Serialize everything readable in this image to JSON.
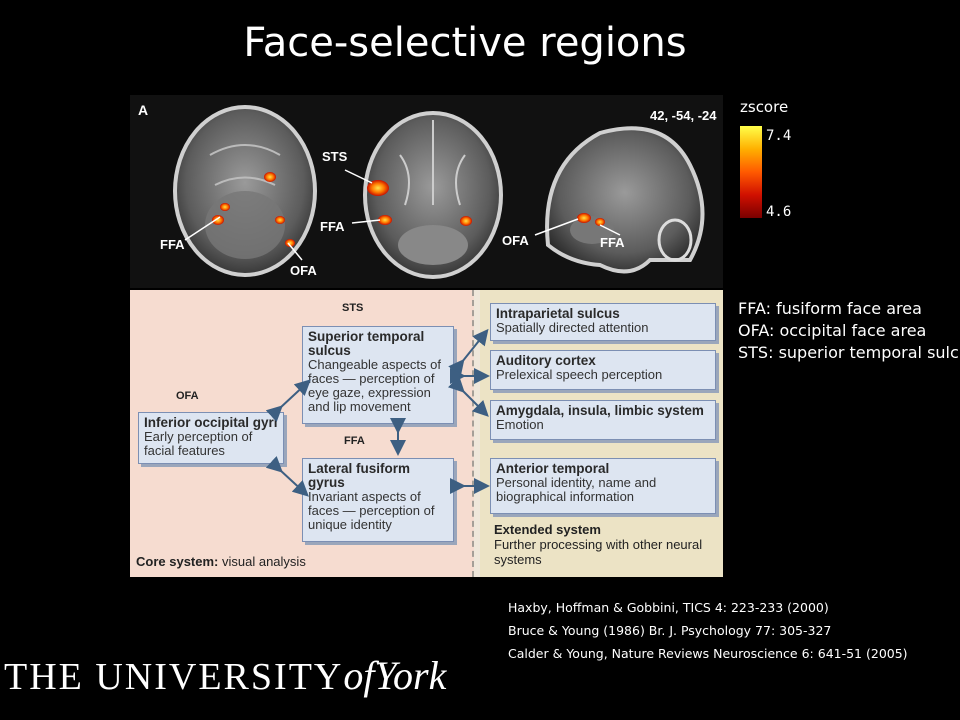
{
  "title": "Face-selective regions",
  "panel_a": {
    "letter": "A",
    "coords": "42, -54, -24",
    "labels": {
      "ffa_left": "FFA",
      "ofa_left": "OFA",
      "sts_mid": "STS",
      "ffa_mid": "FFA",
      "ofa_right": "OFA",
      "ffa_right": "FFA"
    }
  },
  "colorbar": {
    "title": "zscore",
    "max": "7.4",
    "min": "4.6"
  },
  "legend": [
    "FFA: fusiform face area",
    "OFA: occipital face area",
    "STS: superior temporal sulcus"
  ],
  "diagram": {
    "tags": {
      "sts": "STS",
      "ofa": "OFA",
      "ffa": "FFA"
    },
    "core": {
      "ofa_box": {
        "title": "Inferior occipital gyri",
        "desc": "Early perception of facial features"
      },
      "sts_box": {
        "title": "Superior temporal sulcus",
        "desc": "Changeable aspects of faces — perception of eye gaze, expression and lip movement"
      },
      "ffa_box": {
        "title": "Lateral fusiform gyrus",
        "desc": "Invariant aspects of faces — perception of unique identity"
      },
      "footer_bold": "Core system:",
      "footer_text": "visual analysis"
    },
    "extended": {
      "boxes": [
        {
          "title": "Intraparietal sulcus",
          "desc": "Spatially directed attention"
        },
        {
          "title": "Auditory cortex",
          "desc": "Prelexical speech perception"
        },
        {
          "title": "Amygdala, insula, limbic system",
          "desc": "Emotion"
        },
        {
          "title": "Anterior temporal",
          "desc": "Personal identity, name and biographical information"
        }
      ],
      "footer_bold": "Extended system",
      "footer_text": "Further processing with other neural systems"
    }
  },
  "references": [
    "Haxby, Hoffman & Gobbini, TICS 4: 223-233 (2000)",
    "Bruce & Young (1986) Br. J. Psychology 77: 305-327",
    "Calder & Young, Nature Reviews Neuroscience 6: 641-51 (2005)"
  ],
  "logo": {
    "the": "THE UNIVERSITY",
    "of": "of",
    "york": "York",
    "alt": "The University of York"
  }
}
